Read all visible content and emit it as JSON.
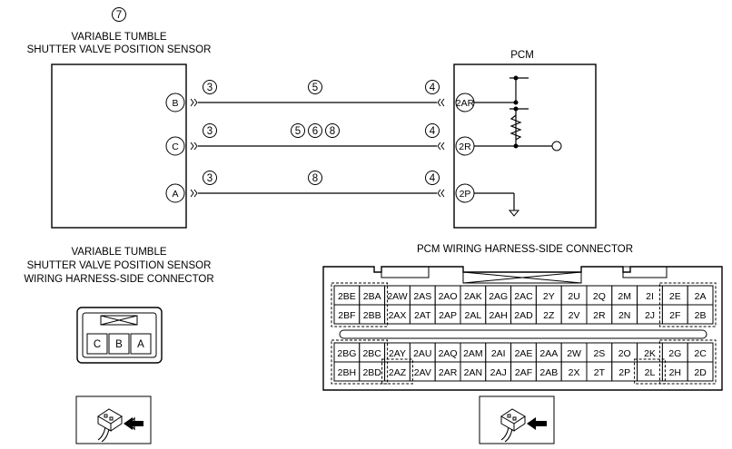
{
  "sensor": {
    "ref_number": "7",
    "title_lines": [
      "VARIABLE TUMBLE",
      "SHUTTER VALVE POSITION SENSOR"
    ],
    "pins": [
      "B",
      "C",
      "A"
    ]
  },
  "pcm": {
    "title": "PCM",
    "pins": [
      "2AR",
      "2R",
      "2P"
    ]
  },
  "wires": [
    {
      "sensor_pin": "B",
      "pcm_pin": "2AR",
      "sensor_ref": "3",
      "mid_refs": [
        "5"
      ],
      "pcm_ref": "4"
    },
    {
      "sensor_pin": "C",
      "pcm_pin": "2R",
      "sensor_ref": "3",
      "mid_refs": [
        "5",
        "6",
        "8"
      ],
      "pcm_ref": "4"
    },
    {
      "sensor_pin": "A",
      "pcm_pin": "2P",
      "sensor_ref": "3",
      "mid_refs": [
        "8"
      ],
      "pcm_ref": "4"
    }
  ],
  "sensor_connector": {
    "title_lines": [
      "VARIABLE TUMBLE",
      "SHUTTER VALVE POSITION SENSOR",
      "WIRING HARNESS-SIDE CONNECTOR"
    ],
    "pins": [
      "C",
      "B",
      "A"
    ]
  },
  "pcm_connector": {
    "title": "PCM WIRING HARNESS-SIDE CONNECTOR",
    "top_rows": [
      [
        "2BE",
        "2BA",
        "2AW",
        "2AS",
        "2AO",
        "2AK",
        "2AG",
        "2AC",
        "2Y",
        "2U",
        "2Q",
        "2M",
        "2I",
        "2E",
        "2A"
      ],
      [
        "2BF",
        "2BB",
        "2AX",
        "2AT",
        "2AP",
        "2AL",
        "2AH",
        "2AD",
        "2Z",
        "2V",
        "2R",
        "2N",
        "2J",
        "2F",
        "2B"
      ]
    ],
    "bottom_rows": [
      [
        "2BG",
        "2BC",
        "2AY",
        "2AU",
        "2AQ",
        "2AM",
        "2AI",
        "2AE",
        "2AA",
        "2W",
        "2S",
        "2O",
        "2K",
        "2G",
        "2C"
      ],
      [
        "2BH",
        "2BD",
        "2AZ",
        "2AV",
        "2AR",
        "2AN",
        "2AJ",
        "2AF",
        "2AB",
        "2X",
        "2T",
        "2P",
        "2L",
        "2H",
        "2D"
      ]
    ]
  },
  "view_icons": [
    "connector-view-arrow-icon",
    "connector-view-arrow-icon"
  ]
}
